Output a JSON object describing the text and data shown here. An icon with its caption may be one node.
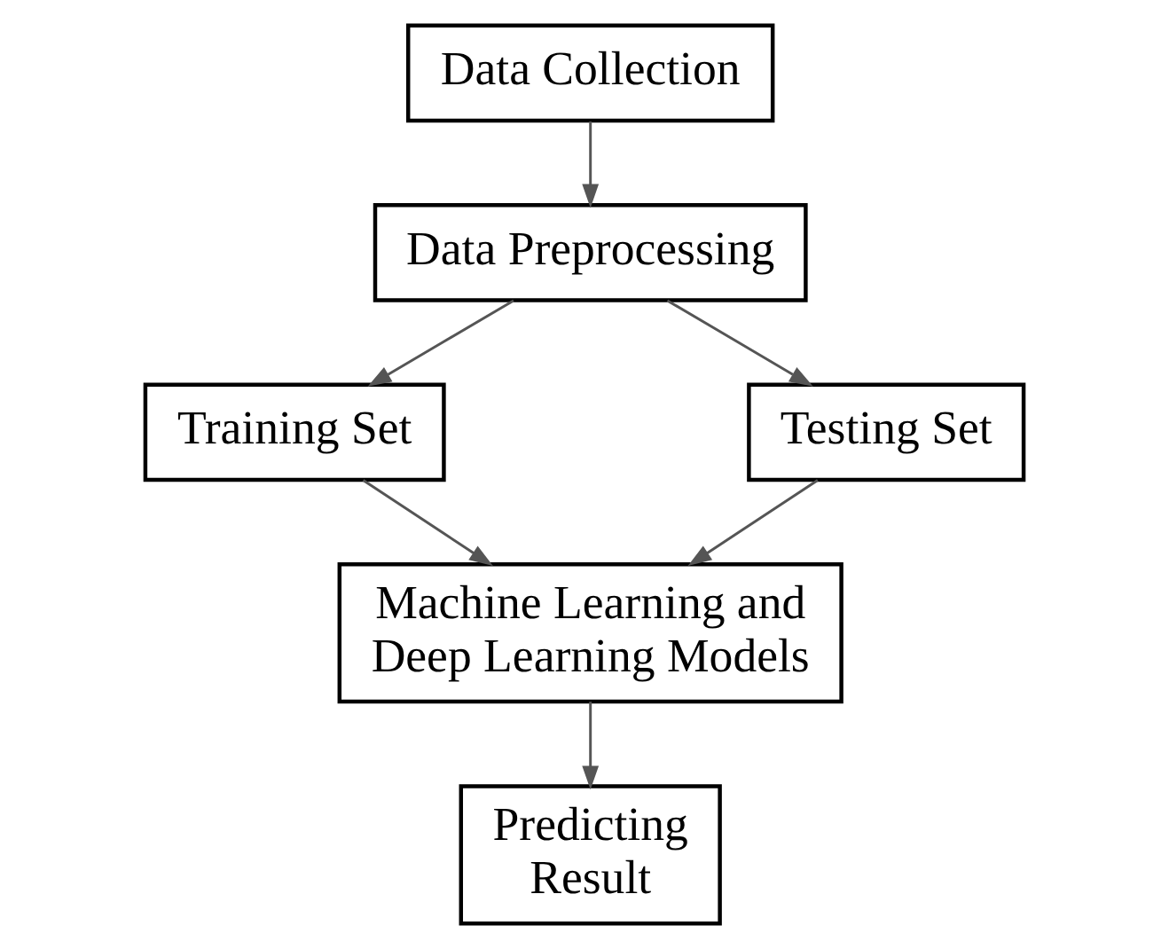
{
  "diagram": {
    "nodes": [
      {
        "text": [
          "Data Collection"
        ]
      },
      {
        "text": [
          "Data Preprocessing"
        ]
      },
      {
        "text": [
          "Training Set"
        ]
      },
      {
        "text": [
          "Testing Set"
        ]
      },
      {
        "text": [
          "Machine Learning and Deep Learning Models"
        ]
      },
      {
        "text": [
          "Predicting Result"
        ]
      }
    ],
    "edges": [
      {
        "from": 0,
        "to": 1,
        "arrow": "to"
      },
      {
        "from": 1,
        "to": 2,
        "arrow": "to"
      },
      {
        "from": 1,
        "to": 3,
        "arrow": "to"
      },
      {
        "from": 2,
        "to": 4,
        "arrow": "to"
      },
      {
        "from": 3,
        "to": 4,
        "arrow": "to"
      },
      {
        "from": 4,
        "to": 5,
        "arrow": "to"
      }
    ]
  }
}
